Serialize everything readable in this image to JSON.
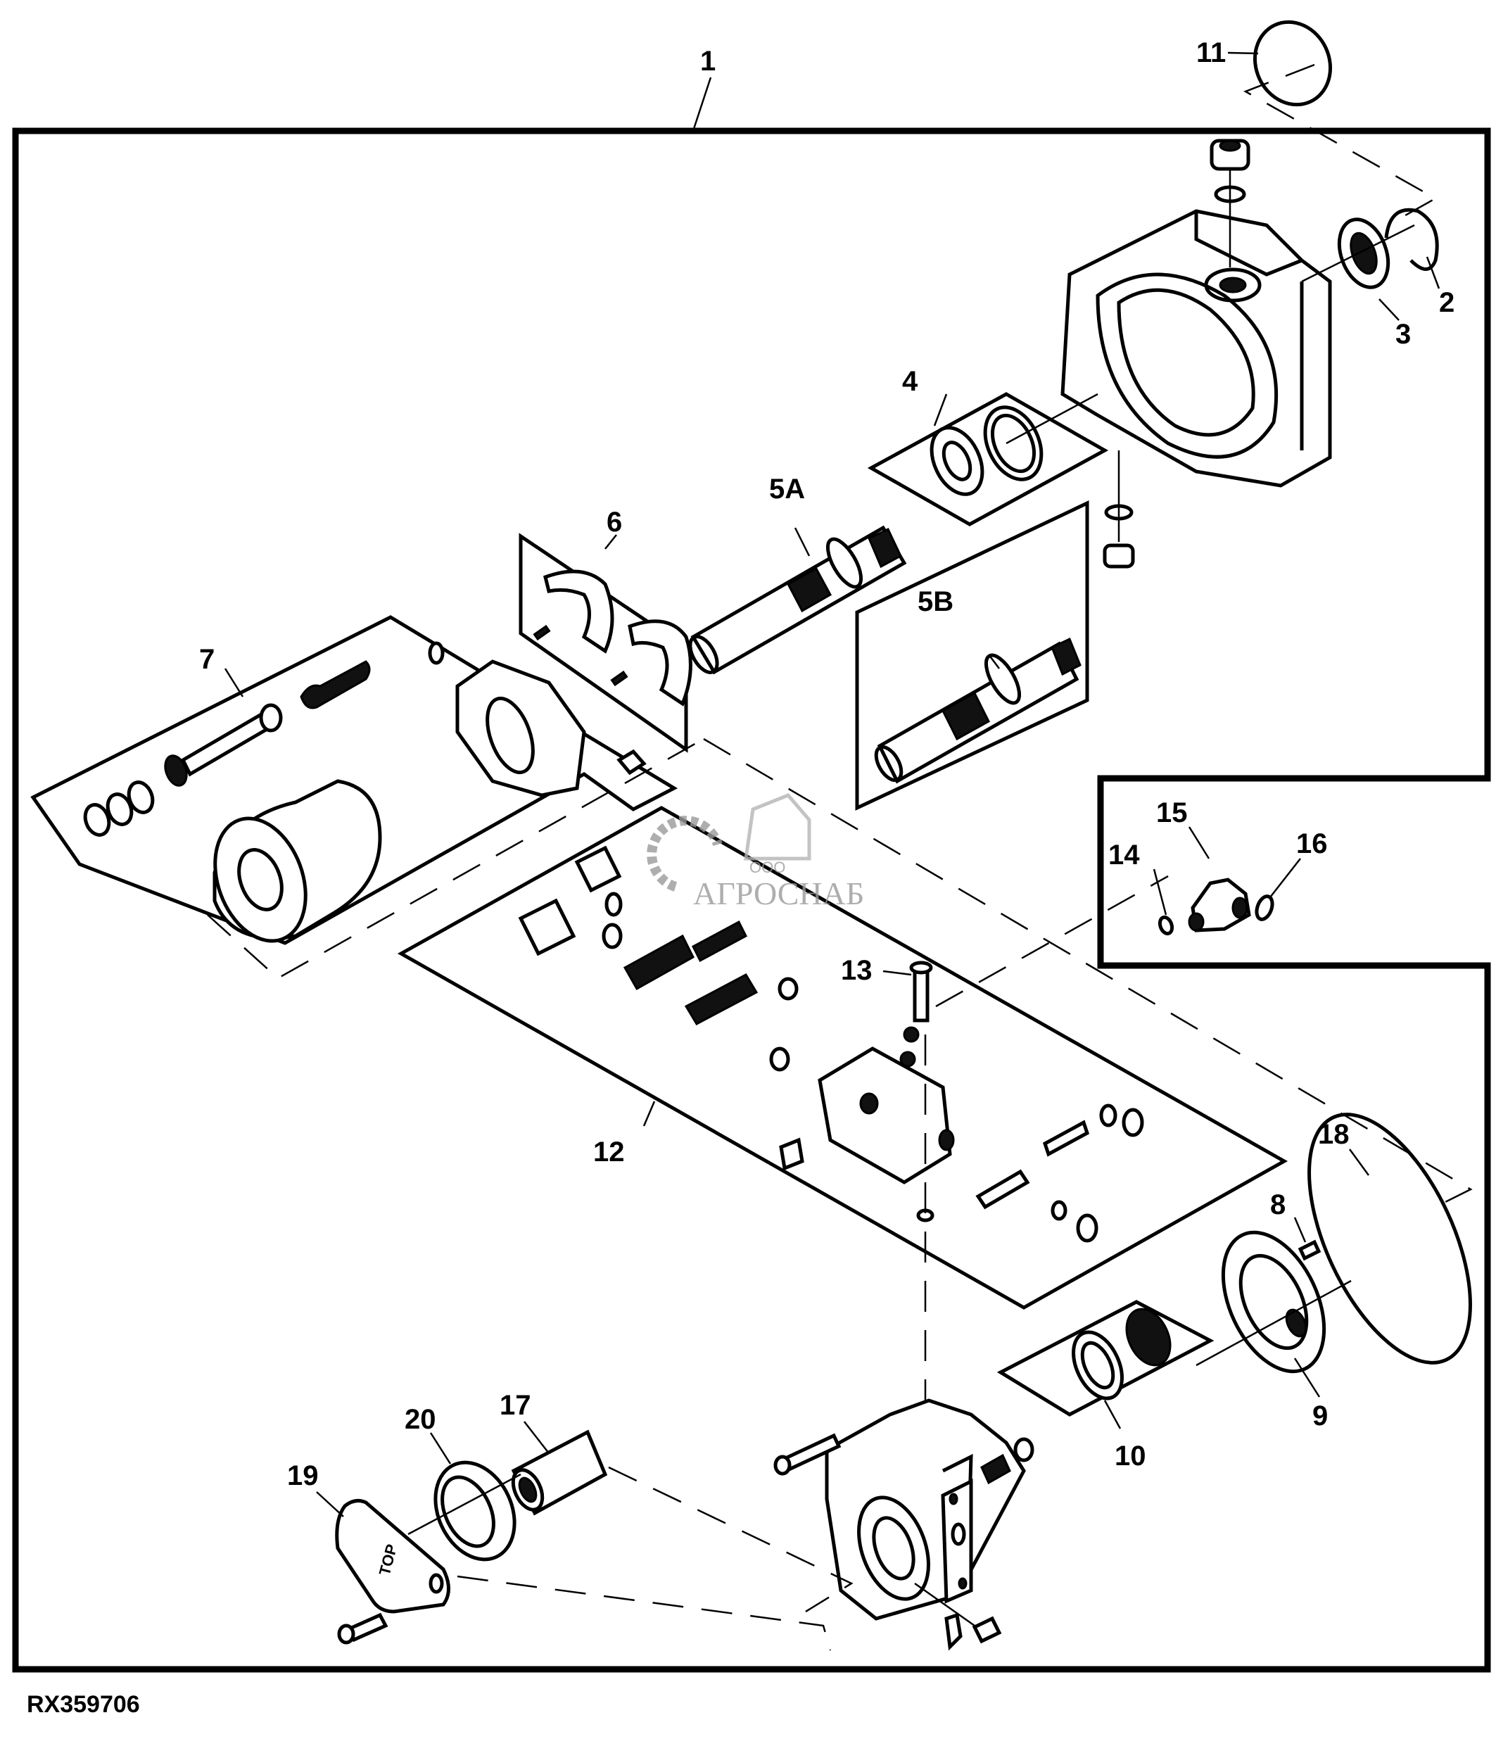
{
  "figure": {
    "id": "RX359706",
    "watermark": {
      "prefix": "ООО",
      "name": "АГРОСНАБ"
    },
    "cover_plate_marking": "TOP"
  },
  "callouts": [
    {
      "key": "c1",
      "label": "1"
    },
    {
      "key": "c2",
      "label": "2"
    },
    {
      "key": "c3",
      "label": "3"
    },
    {
      "key": "c4",
      "label": "4"
    },
    {
      "key": "c5a",
      "label": "5A"
    },
    {
      "key": "c5b",
      "label": "5B"
    },
    {
      "key": "c6",
      "label": "6"
    },
    {
      "key": "c7",
      "label": "7"
    },
    {
      "key": "c8",
      "label": "8"
    },
    {
      "key": "c9",
      "label": "9"
    },
    {
      "key": "c10",
      "label": "10"
    },
    {
      "key": "c11",
      "label": "11"
    },
    {
      "key": "c12",
      "label": "12"
    },
    {
      "key": "c13",
      "label": "13"
    },
    {
      "key": "c14",
      "label": "14"
    },
    {
      "key": "c15",
      "label": "15"
    },
    {
      "key": "c16",
      "label": "16"
    },
    {
      "key": "c17",
      "label": "17"
    },
    {
      "key": "c18",
      "label": "18"
    },
    {
      "key": "c19",
      "label": "19"
    },
    {
      "key": "c20",
      "label": "20"
    }
  ]
}
